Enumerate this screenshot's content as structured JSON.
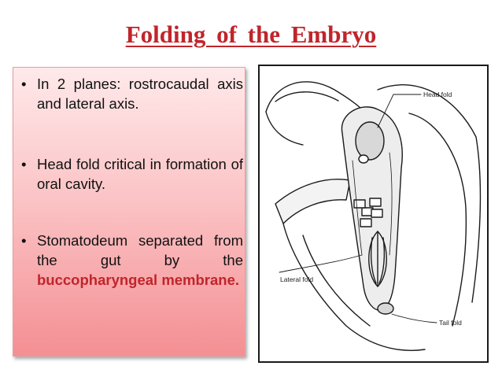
{
  "slide": {
    "title": "Folding  of  the  Embryo"
  },
  "bullets": [
    {
      "marker": "•",
      "text": "In 2 planes: rostrocaudal axis and lateral axis."
    },
    {
      "marker": "•",
      "text": "Head fold critical in formation of oral cavity."
    },
    {
      "marker": "•",
      "text_before": "Stomatodeum separated from the gut by the ",
      "emphasis": "buccopharyngeal membrane."
    }
  ],
  "figure": {
    "labels": {
      "head_fold": "Head fold",
      "lateral_fold": "Lateral fold",
      "tail_fold": "Tail fold"
    }
  },
  "colors": {
    "title": "#c0252b",
    "emphasis": "#c0252b",
    "panel_top": "#ffe9ea",
    "panel_bottom": "#f48f93"
  }
}
